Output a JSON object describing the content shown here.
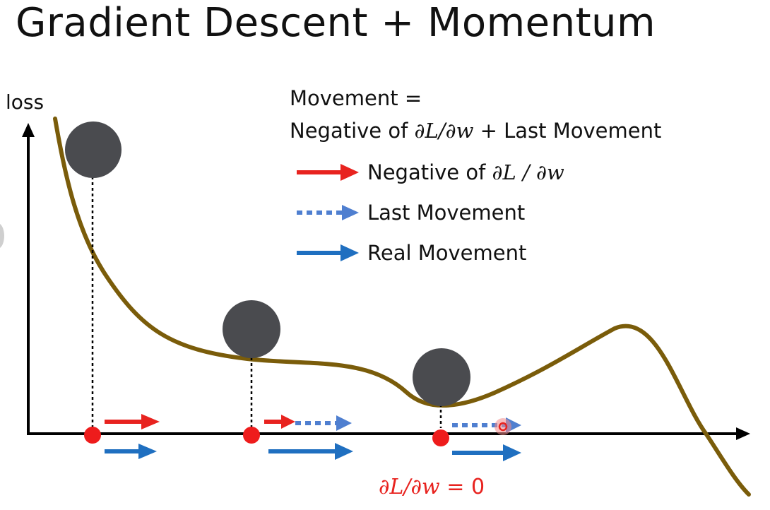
{
  "title": "Gradient Descent + Momentum",
  "y_axis_label": "loss",
  "formula": {
    "line1": "Movement =",
    "line2_prefix": "Negative of ",
    "line2_math": "∂L/∂w",
    "line2_suffix": " + Last Movement"
  },
  "legend": [
    {
      "prefix": "Negative of ",
      "math": "∂L / ∂w",
      "style": "solid",
      "color": "#e8231f"
    },
    {
      "prefix": "Last Movement",
      "math": "",
      "style": "dotted",
      "color": "#4f7fd0"
    },
    {
      "prefix": "Real Movement",
      "math": "",
      "style": "solid",
      "color": "#1f6fc0"
    }
  ],
  "annotation": {
    "math": "∂L/∂w",
    "suffix": " = 0"
  },
  "colors": {
    "curve": "#7a5c0a",
    "ball": "#4a4b4f",
    "point": "#ee1c1c",
    "gradient_arrow": "#e8231f",
    "last_movement_arrow": "#4f7fd0",
    "real_movement_arrow": "#1f6fc0",
    "axis": "#000000"
  }
}
